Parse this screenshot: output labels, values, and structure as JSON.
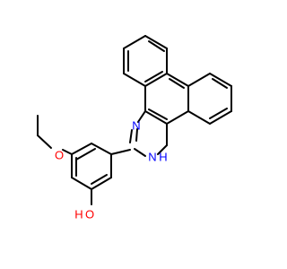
{
  "molecule": {
    "atoms": {
      "n_imine": "N",
      "nh_ring": "H",
      "nh_ring_n": "N",
      "hydroxyl_o": "O",
      "hydroxyl_h": "H",
      "ether_o": "O"
    }
  },
  "colors": {
    "bond": "#000000",
    "nitrogen": "#0000ff",
    "oxygen": "#ff0000",
    "background": "#ffffff"
  }
}
